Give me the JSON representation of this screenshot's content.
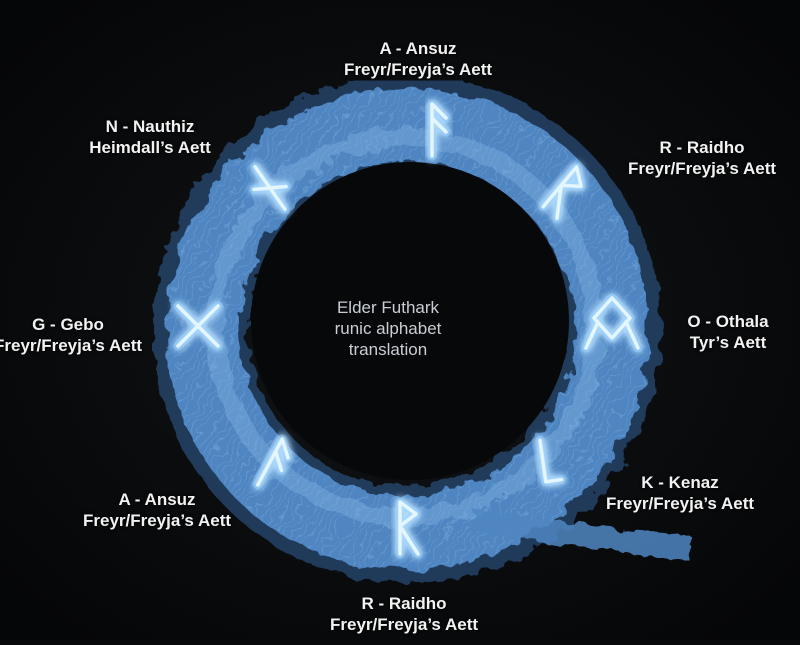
{
  "center_caption": [
    "Elder Futhark",
    "runic alphabet",
    "translation"
  ],
  "colors": {
    "background": "#08090b",
    "ring": "#4f86c2",
    "rune_glow": "#e6f6ff",
    "text": "#f2f2f2"
  },
  "runes": [
    {
      "id": "top",
      "letter_line": "A - Ansuz",
      "aett_line": "Freyr/Freyja’s Aett",
      "glyph": "ansuz"
    },
    {
      "id": "top-right",
      "letter_line": "R - Raidho",
      "aett_line": "Freyr/Freyja’s Aett",
      "glyph": "raidho"
    },
    {
      "id": "right",
      "letter_line": "O - Othala",
      "aett_line": "Tyr’s Aett",
      "glyph": "othala"
    },
    {
      "id": "bottom-right",
      "letter_line": "K - Kenaz",
      "aett_line": "Freyr/Freyja’s Aett",
      "glyph": "kenaz"
    },
    {
      "id": "bottom",
      "letter_line": "R - Raidho",
      "aett_line": "Freyr/Freyja’s Aett",
      "glyph": "raidho"
    },
    {
      "id": "bottom-left",
      "letter_line": "A - Ansuz",
      "aett_line": "Freyr/Freyja’s Aett",
      "glyph": "ansuz"
    },
    {
      "id": "left",
      "letter_line": "G - Gebo",
      "aett_line": "Freyr/Freyja’s Aett",
      "glyph": "gebo"
    },
    {
      "id": "top-left",
      "letter_line": "N - Nauthiz",
      "aett_line": "Heimdall’s Aett",
      "glyph": "nauthiz"
    }
  ]
}
